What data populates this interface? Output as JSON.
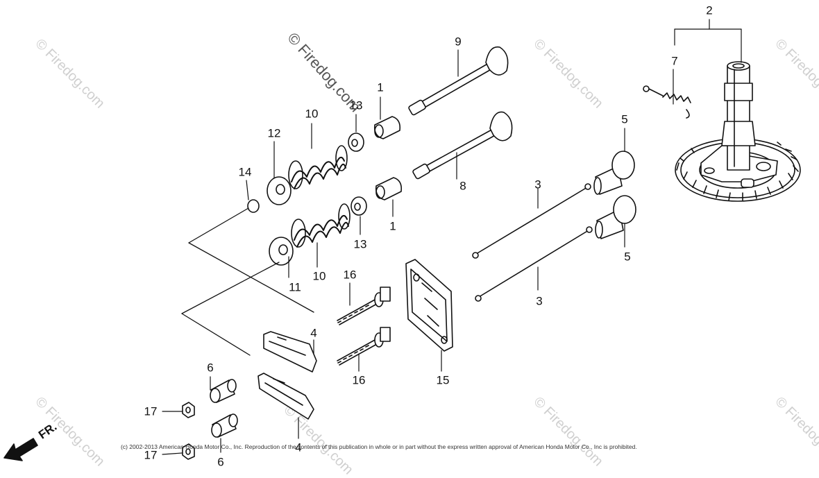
{
  "watermark": {
    "main_text": "© Firedog.com",
    "tile_text": "© Firedog.com"
  },
  "copyright": "(c) 2002-2013 American Honda Motor Co., Inc. Reproduction of the contents of this publication in whole or in part without the express written approval of American Honda Motor Co., Inc is prohibited.",
  "direction_label": "FR.",
  "callouts": [
    {
      "id": "c1a",
      "text": "1"
    },
    {
      "id": "c1b",
      "text": "1"
    },
    {
      "id": "c2",
      "text": "2"
    },
    {
      "id": "c3a",
      "text": "3"
    },
    {
      "id": "c3b",
      "text": "3"
    },
    {
      "id": "c4a",
      "text": "4"
    },
    {
      "id": "c4b",
      "text": "4"
    },
    {
      "id": "c5a",
      "text": "5"
    },
    {
      "id": "c5b",
      "text": "5"
    },
    {
      "id": "c6a",
      "text": "6"
    },
    {
      "id": "c6b",
      "text": "6"
    },
    {
      "id": "c7",
      "text": "7"
    },
    {
      "id": "c8",
      "text": "8"
    },
    {
      "id": "c9",
      "text": "9"
    },
    {
      "id": "c10a",
      "text": "10"
    },
    {
      "id": "c10b",
      "text": "10"
    },
    {
      "id": "c11",
      "text": "11"
    },
    {
      "id": "c12",
      "text": "12"
    },
    {
      "id": "c13a",
      "text": "13"
    },
    {
      "id": "c13b",
      "text": "13"
    },
    {
      "id": "c14",
      "text": "14"
    },
    {
      "id": "c15",
      "text": "15"
    },
    {
      "id": "c16a",
      "text": "16"
    },
    {
      "id": "c16b",
      "text": "16"
    },
    {
      "id": "c17a",
      "text": "17"
    },
    {
      "id": "c17b",
      "text": "17"
    }
  ]
}
